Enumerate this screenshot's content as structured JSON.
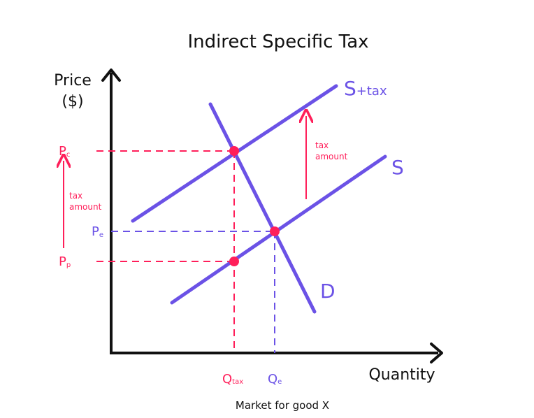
{
  "title": "Indirect Specific Tax",
  "caption": "Market for good X",
  "axes": {
    "y_label_line1": "Price",
    "y_label_line2": "($)",
    "x_label": "Quantity"
  },
  "curves": {
    "supply_tax_main": "S",
    "supply_tax_sub": "+tax",
    "supply": "S",
    "demand": "D"
  },
  "price_labels": {
    "pc_main": "P",
    "pc_sub": "c",
    "pe_main": "P",
    "pe_sub": "e",
    "pp_main": "P",
    "pp_sub": "p"
  },
  "quantity_labels": {
    "qtax_main": "Q",
    "qtax_sub": "tax",
    "qe_main": "Q",
    "qe_sub": "e"
  },
  "annotations": {
    "tax_amount_right_line1": "tax",
    "tax_amount_right_line2": "amount",
    "tax_amount_left_line1": "tax",
    "tax_amount_left_line2": "amount"
  },
  "colors": {
    "curve": "#6b52e6",
    "accent": "#ff1f5a",
    "axis": "#111111"
  }
}
